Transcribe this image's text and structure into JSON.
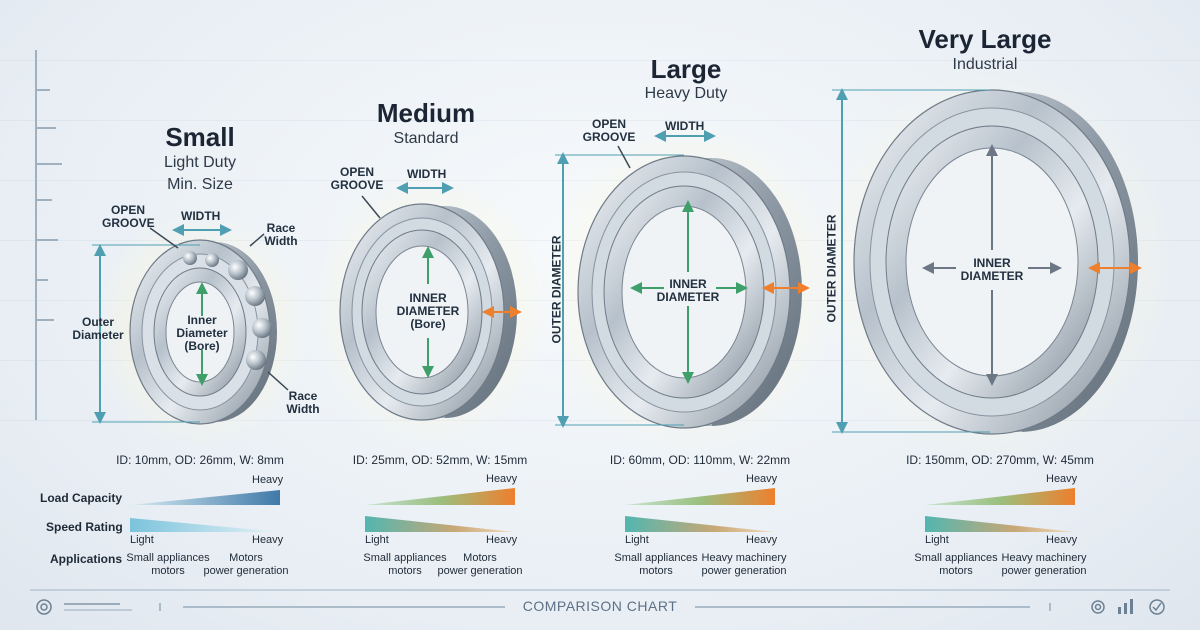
{
  "sizes": [
    {
      "title": "Small",
      "subtitle1": "Light Duty",
      "subtitle2": "Min. Size",
      "spec": "ID: 10mm, OD: 26mm, W: 8mm",
      "labels": {
        "open_groove": "OPEN GROOVE",
        "width": "WIDTH",
        "race_width_top": "Race Width",
        "race_width_bottom": "Race Width",
        "outer": "Outer Diameter",
        "inner": "Inner Diameter (Bore)"
      },
      "load_heavy": "Heavy",
      "speed_light": "Light",
      "speed_heavy": "Heavy",
      "app1": "Small appliances\nmotors",
      "app2": "Motors\npower generation"
    },
    {
      "title": "Medium",
      "subtitle1": "Standard",
      "spec": "ID: 25mm, OD: 52mm, W: 15mm",
      "labels": {
        "open_groove": "OPEN GROOVE",
        "width": "WIDTH",
        "inner": "INNER DIAMETER (Bore)"
      },
      "load_heavy": "Heavy",
      "speed_light": "Light",
      "speed_heavy": "Heavy",
      "app1": "Small appliances\nmotors",
      "app2": "Motors\npower generation"
    },
    {
      "title": "Large",
      "subtitle1": "Heavy Duty",
      "spec": "ID: 60mm, OD: 110mm, W: 22mm",
      "labels": {
        "open_groove": "OPEN GROOVE",
        "width": "WIDTH",
        "outer": "OUTER DIAMETER",
        "inner": "INNER DIAMETER"
      },
      "load_heavy": "Heavy",
      "speed_light": "Light",
      "speed_heavy": "Heavy",
      "app1": "Small appliances\nmotors",
      "app2": "Heavy machinery\npower generation"
    },
    {
      "title": "Very Large",
      "subtitle1": "Industrial",
      "spec": "ID: 150mm, OD: 270mm, W: 45mm",
      "labels": {
        "outer": "OUTER DIAMETER",
        "inner": "INNER DIAMETER"
      },
      "load_heavy": "Heavy",
      "speed_light": "Light",
      "speed_heavy": "Heavy",
      "app1": "Small appliances\nmotors",
      "app2": "Heavy machinery\npower generation"
    }
  ],
  "rows": {
    "load": "Load Capacity",
    "speed": "Speed Rating",
    "apps": "Applications"
  },
  "footer": {
    "title": "COMPARISON CHART"
  },
  "icons": [
    "circle-target-icon",
    "gear-icon",
    "bar-chart-icon",
    "check-circle-icon"
  ],
  "colors": {
    "teal": "#4f9fb3",
    "orange": "#ee7f2d",
    "green": "#3f9f6a",
    "blue_bar": "#3f79a8",
    "ring_metal": "#9aa6b2"
  }
}
